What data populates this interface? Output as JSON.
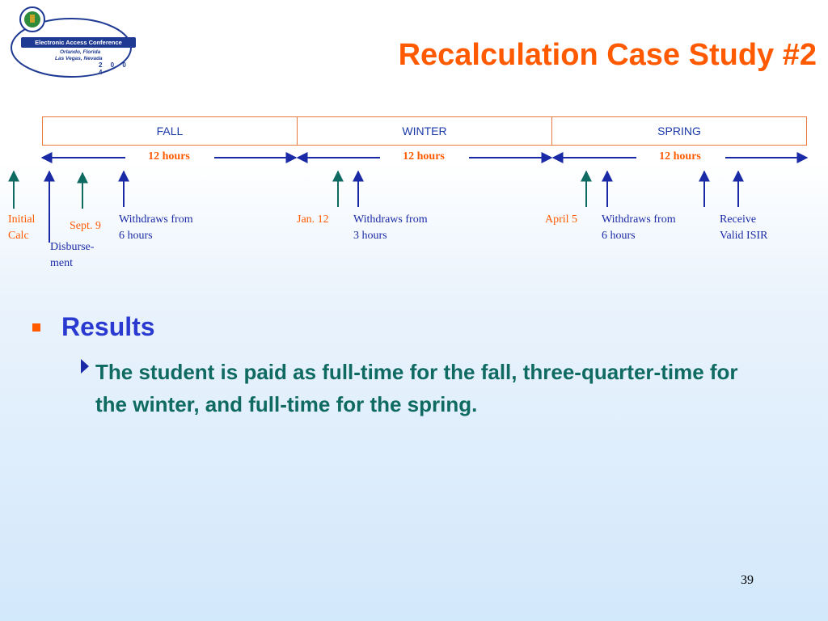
{
  "logo": {
    "title": "Electronic Access Conference",
    "city1": "Orlando, Florida",
    "city2": "Las Vegas, Nevada",
    "year": "2 0 0 4"
  },
  "title": "Recalculation Case Study #2",
  "terms": [
    "FALL",
    "WINTER",
    "SPRING"
  ],
  "hours": [
    "12 hours",
    "12 hours",
    "12 hours"
  ],
  "events": {
    "initial_calc_1": "Initial",
    "initial_calc_2": "Calc",
    "sept9": "Sept. 9",
    "disburse_1": "Disburse-",
    "disburse_2": "ment",
    "fall_withdraw_1": "Withdraws from",
    "fall_withdraw_2": "6 hours",
    "jan12": "Jan. 12",
    "winter_withdraw_1": "Withdraws from",
    "winter_withdraw_2": "3 hours",
    "april5": "April 5",
    "spring_withdraw_1": "Withdraws from",
    "spring_withdraw_2": "6 hours",
    "isir_1": "Receive",
    "isir_2": "Valid ISIR"
  },
  "colors": {
    "title": "#ff5a00",
    "arrow_blue": "#1a2aa6",
    "arrow_teal": "#0f6a62",
    "body_text": "#0f6a62",
    "heading": "#2a3ad0"
  },
  "results": {
    "heading": "Results",
    "text": "The student is paid as full-time for the fall, three-quarter-time for the winter, and full-time for the spring."
  },
  "slide_number": "39"
}
